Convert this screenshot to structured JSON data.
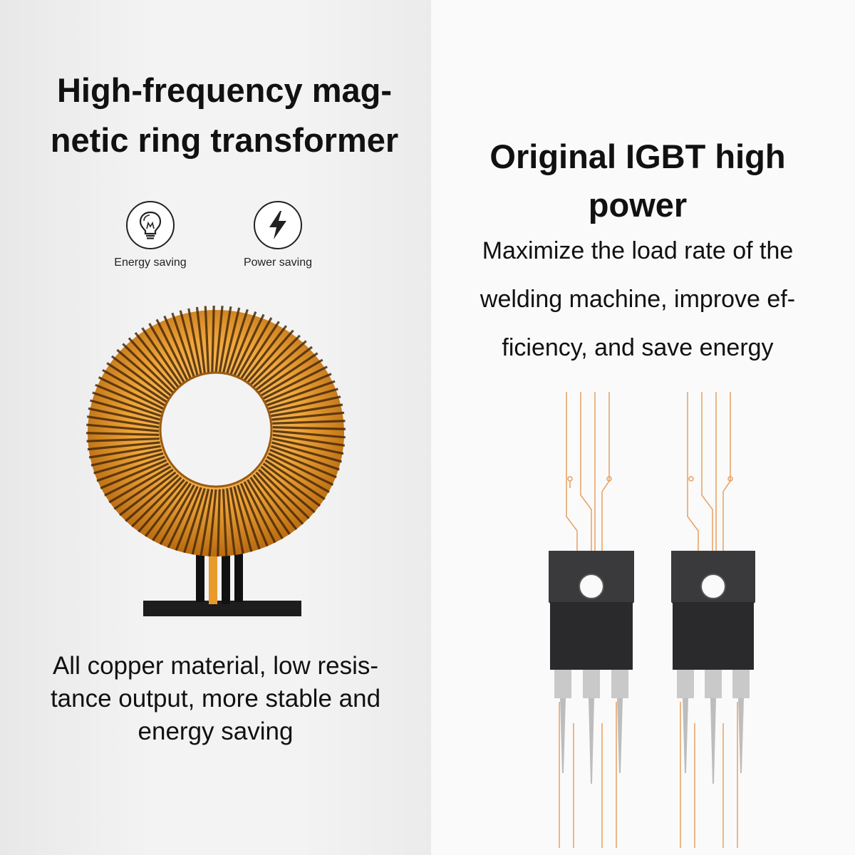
{
  "left": {
    "title_line1": "High-frequency mag-",
    "title_line2": "netic ring transformer",
    "features": [
      {
        "icon": "lightbulb-icon",
        "label": "Energy saving"
      },
      {
        "icon": "lightning-bolt-icon",
        "label": "Power saving"
      }
    ],
    "desc_line1": "All copper material, low resis-",
    "desc_line2": "tance output, more stable and",
    "desc_line3": "energy saving"
  },
  "right": {
    "title_line1": "Original IGBT high",
    "title_line2": "power",
    "desc_line1": "Maximize the load rate of the",
    "desc_line2": "welding machine, improve ef-",
    "desc_line3": "ficiency, and save energy"
  },
  "colors": {
    "copper": "#e89a2a",
    "copper_dark": "#b86b10",
    "trace": "#e8a060",
    "component": "#2a2a2c"
  }
}
